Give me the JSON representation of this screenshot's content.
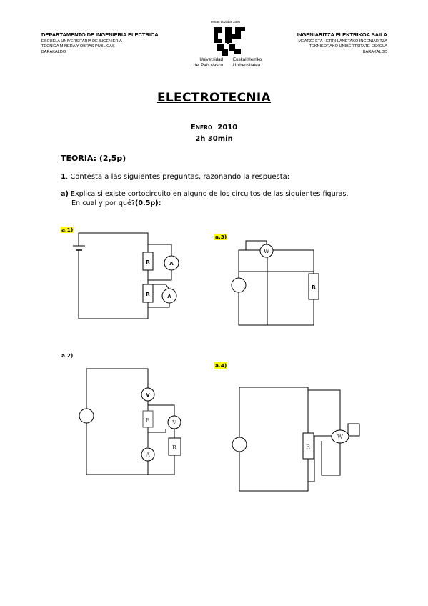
{
  "header": {
    "left": {
      "department": "DEPARTAMENTO DE INGENIERIA ELECTRICA",
      "lines": [
        "ESCUELA UNIVERSITARIA DE INGENIERIA",
        "TECNICA MINERA Y OBRAS PUBLICAS",
        "BARAKALDO"
      ]
    },
    "right": {
      "department": "INGENIARITZA ELEKTRIKOA SAILA",
      "lines": [
        "MEATZE ETA HERRI LANETAKO INGENIARITZA",
        "TEKNIKORAKO UNIBERTSITATE-ESKOLA",
        "BARAKALDO"
      ]
    },
    "logo": {
      "motto": "eman ta zabal zazu",
      "university_es_1": "Universidad",
      "university_es_2": "del País Vasco",
      "university_eu_1": "Euskal Herriko",
      "university_eu_2": "Unibertsitatea"
    }
  },
  "exam": {
    "title": "ELECTROTECNIA",
    "month_initial": "E",
    "month_rest": "NERO",
    "year": "2010",
    "duration": "2h 30min",
    "section_label": "TEORIA",
    "section_points": ": (2,5p)"
  },
  "question1": {
    "number": "1",
    "text": ". Contesta a las siguientes preguntas, razonando la respuesta:"
  },
  "question_a": {
    "label": "a)",
    "line1": " Explica si existe cortocircuito en alguno de los circuitos de las siguientes figuras.",
    "line2": "En cual y por qué?",
    "points": "(0.5p):"
  },
  "figures": {
    "a1": {
      "label": "a.1)",
      "r_top": "R",
      "a_top": "A",
      "r_bottom": "R",
      "a_bottom": "A"
    },
    "a2": {
      "label": "a.2)",
      "v_top": "V",
      "r": "R",
      "v_side": "V",
      "a": "A",
      "r_right": "R"
    },
    "a3": {
      "label": "a.3)",
      "w": "W",
      "r": "R"
    },
    "a4": {
      "label": "a.4)",
      "r": "R",
      "w": "W"
    }
  }
}
